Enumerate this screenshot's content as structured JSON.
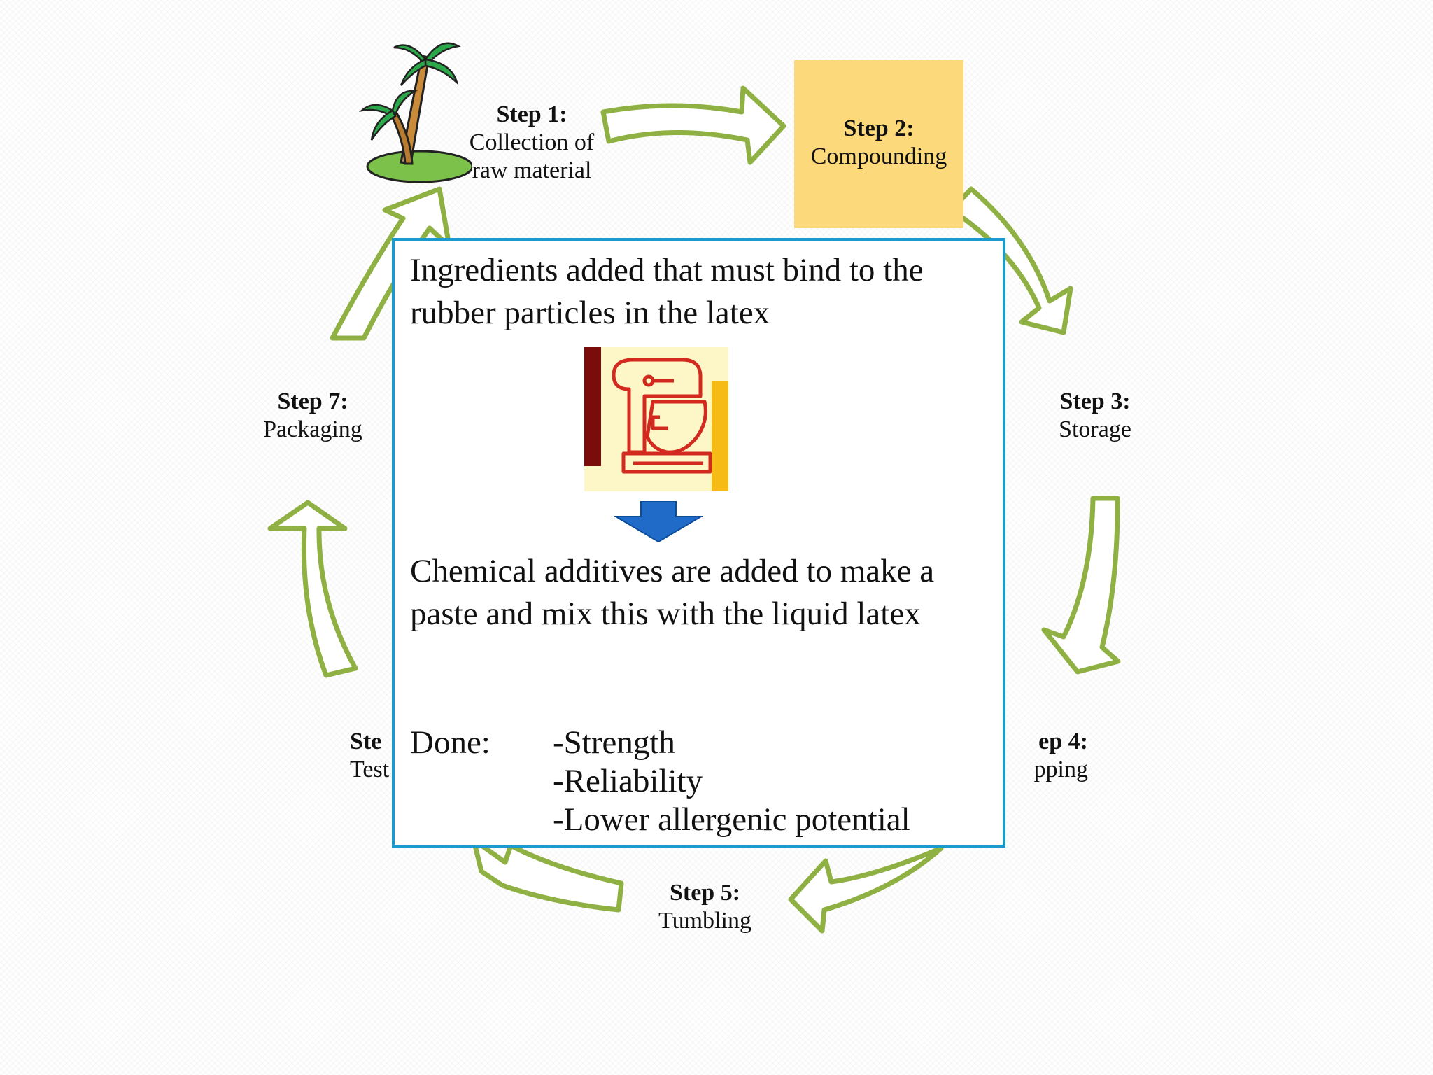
{
  "steps": [
    {
      "title": "Step 1:",
      "name_lines": [
        "Collection of",
        "raw material"
      ]
    },
    {
      "title": "Step 2:",
      "name": "Compounding"
    },
    {
      "title": "Step 3:",
      "name": "Storage"
    },
    {
      "title": "ep 4:",
      "name": "pping"
    },
    {
      "title": "Step 5:",
      "name": "Tumbling"
    },
    {
      "title": "Ste",
      "name": "Test"
    },
    {
      "title": "Step 7:",
      "name": "Packaging"
    }
  ],
  "popup": {
    "intro": "Ingredients added that must bind to the rubber particles in the latex",
    "detail": "Chemical additives are added to make a paste and mix this with the liquid latex",
    "done_label": "Done:",
    "done_items": [
      "-Strength",
      "-Reliability",
      "-Lower allergenic potential"
    ]
  },
  "icons": [
    "palm-tree-icon",
    "stand-mixer-icon",
    "down-arrow-icon",
    "curved-arrow-icon"
  ],
  "colors": {
    "arrow_fill": "#ffffff",
    "arrow_stroke": "#8fb043",
    "highlight_box": "#fcd97a",
    "popup_border": "#1b9ad0",
    "down_arrow": "#1f6bc7",
    "mixer_outline": "#d22a1e",
    "mixer_bg": "#fdf7c8"
  }
}
